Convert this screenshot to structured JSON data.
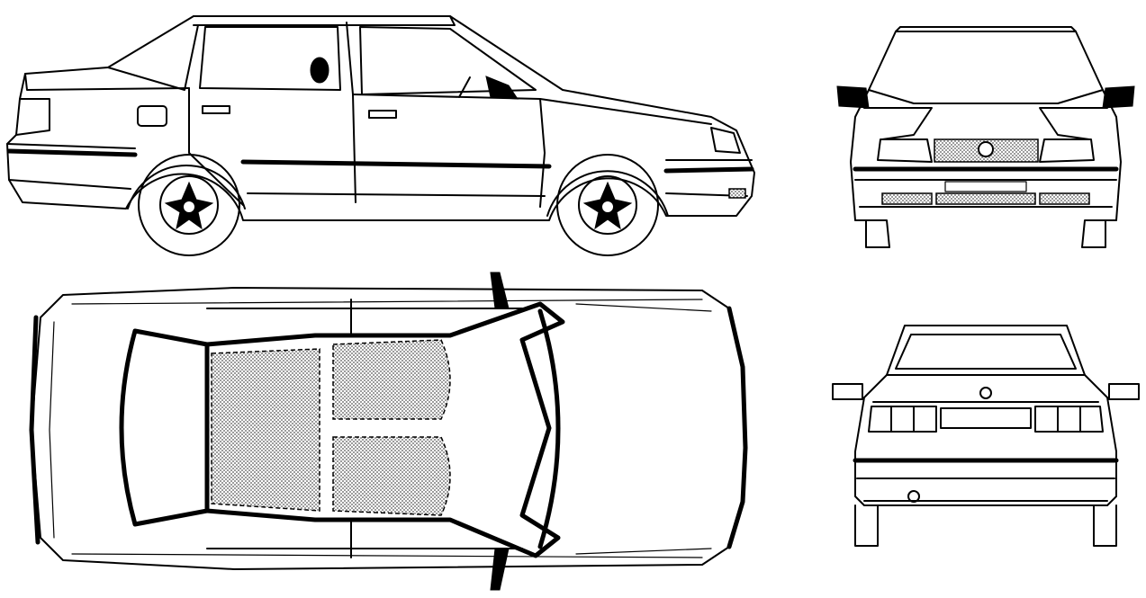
{
  "drawing": {
    "subject": "",
    "views": [
      {
        "id": "side"
      },
      {
        "id": "front"
      },
      {
        "id": "top"
      },
      {
        "id": "rear"
      }
    ]
  },
  "colors": {
    "line": "#000000",
    "paper": "#ffffff",
    "shade": "#8a8a8a"
  },
  "icons": {
    "badge": "vw-badge-icon",
    "wheel": "wheel-icon",
    "mirror": "mirror-icon"
  }
}
